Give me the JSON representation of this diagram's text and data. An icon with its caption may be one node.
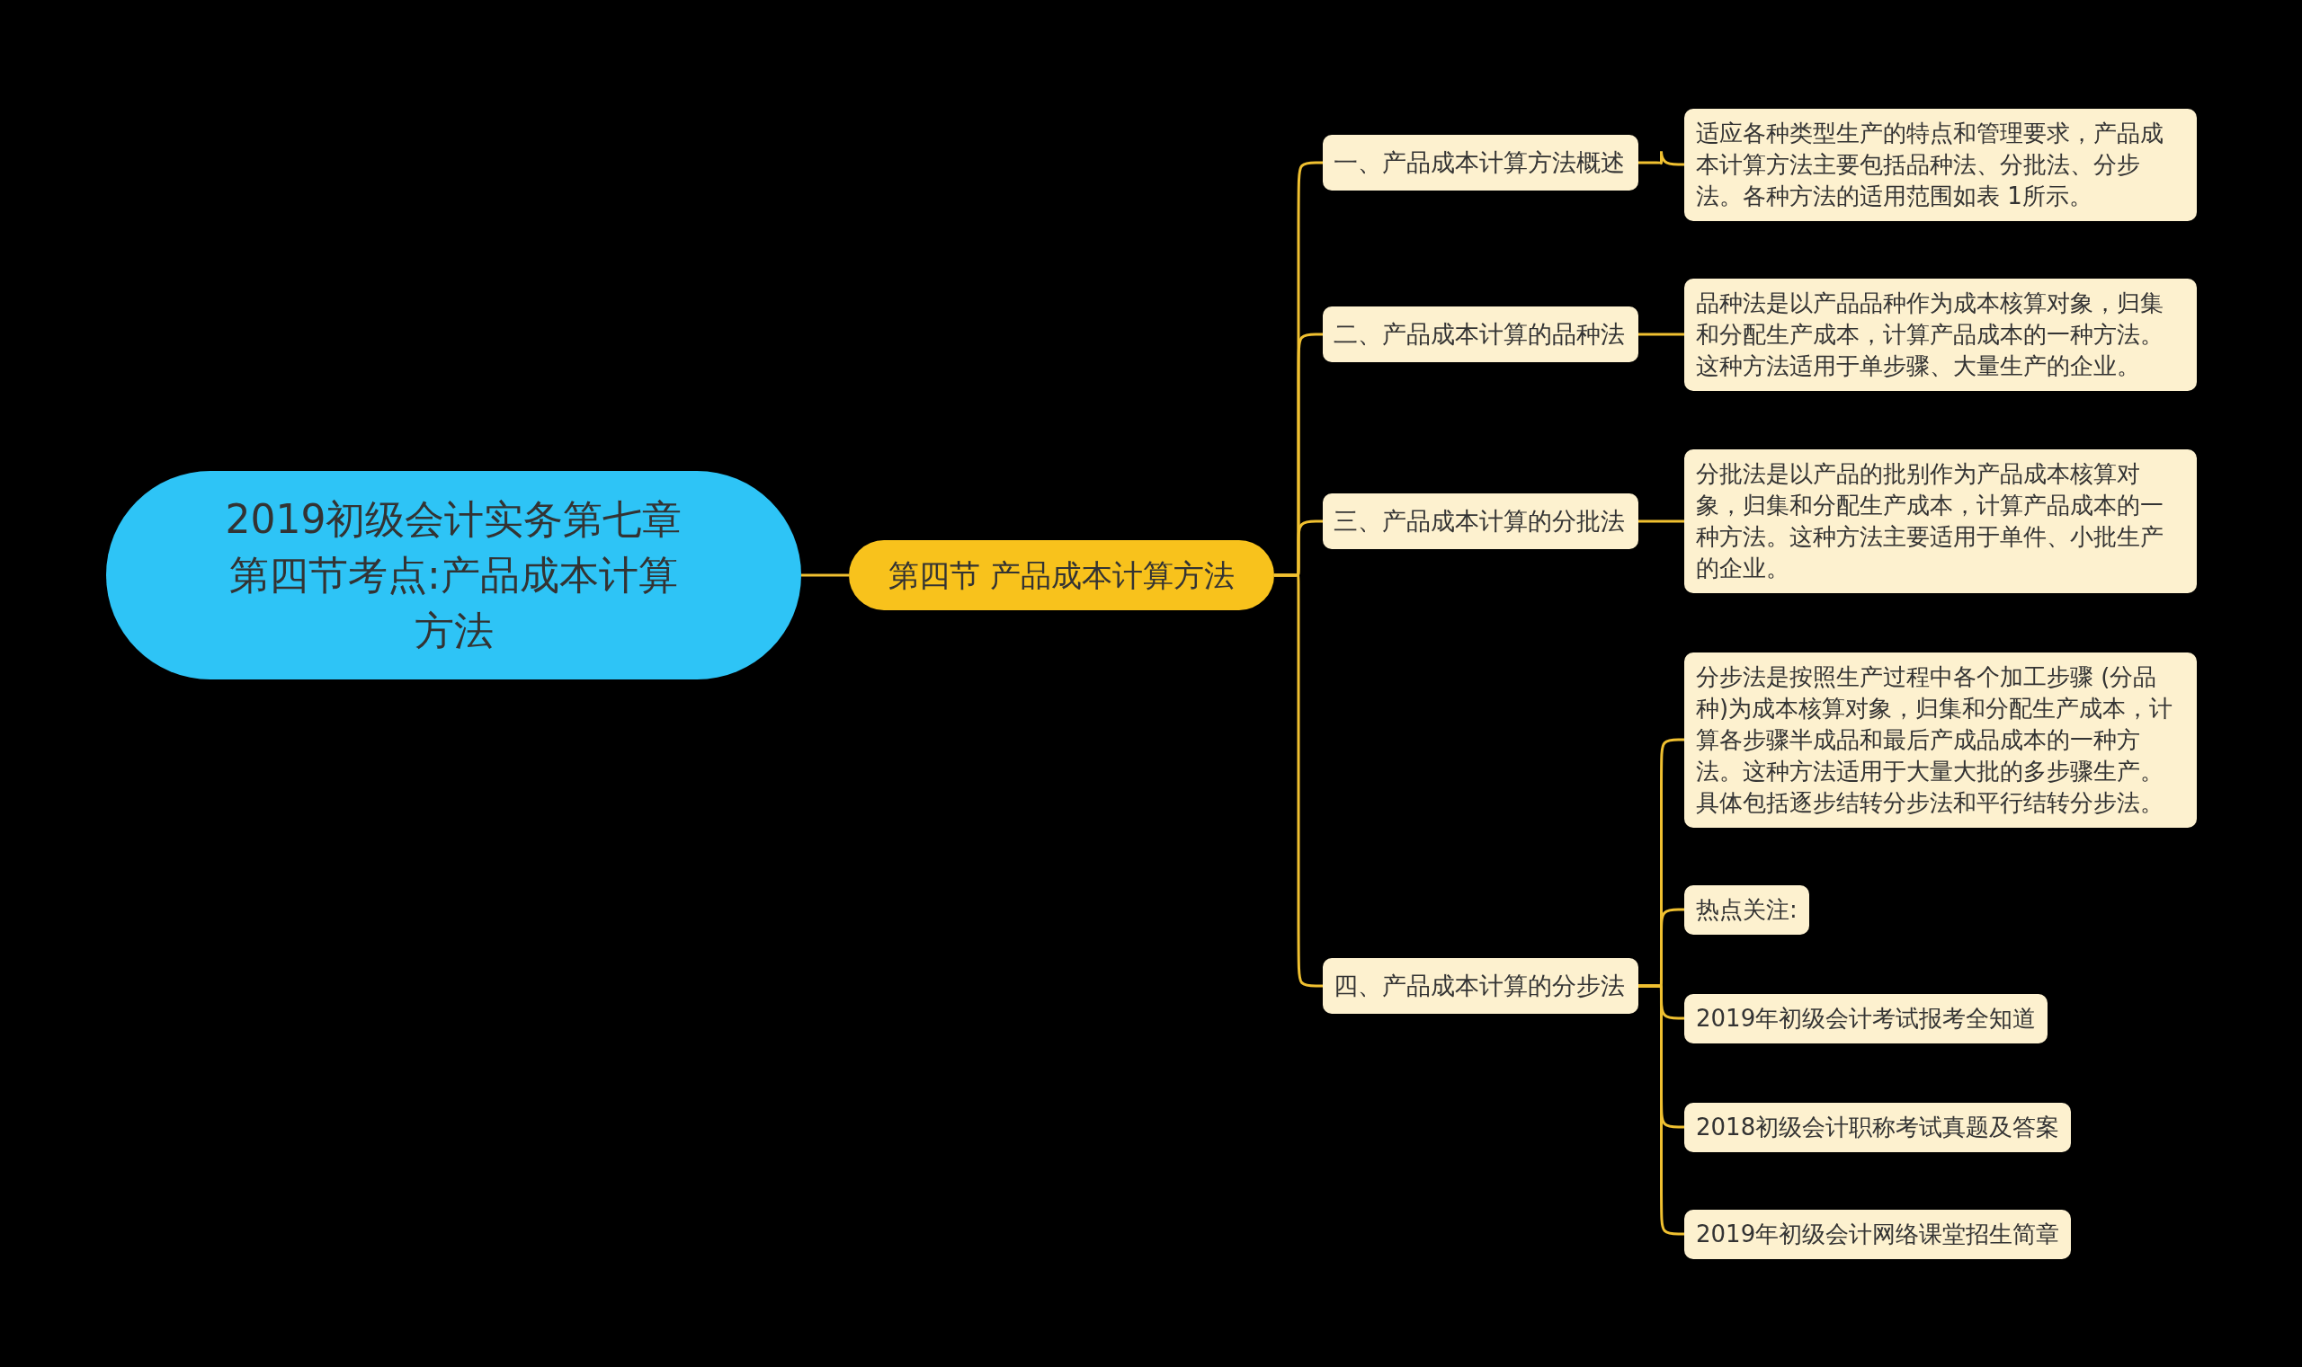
{
  "diagram": {
    "nodes": [
      {
        "text": [
          "2019初级会计实务第七章第四节考点:产品成本计算方法"
        ]
      },
      {
        "text": [
          "第四节 产品成本计算方法"
        ]
      },
      {
        "text": [
          "一、产品成本计算方法概述"
        ]
      },
      {
        "text": [
          "二、产品成本计算的品种法"
        ]
      },
      {
        "text": [
          "三、产品成本计算的分批法"
        ]
      },
      {
        "text": [
          "四、产品成本计算的分步法"
        ]
      },
      {
        "text": [
          "适应各种类型生产的特点和管理要求，产品成本计算方法主要包括品种法、分批法、分步法。各种方法的适用范围如表 1所示。"
        ]
      },
      {
        "text": [
          "品种法是以产品品种作为成本核算对象，归集和分配生产成本，计算产品成本的一种方法。这种方法适用于单步骤、大量生产的企业。"
        ]
      },
      {
        "text": [
          "分批法是以产品的批别作为产品成本核算对象，归集和分配生产成本，计算产品成本的一种方法。这种方法主要适用于单件、小批生产的企业。"
        ]
      },
      {
        "text": [
          "分步法是按照生产过程中各个加工步骤 (分品种)为成本核算对象，归集和分配生产成本，计算各步骤半成品和最后产成品成本的一种方法。这种方法适用于大量大批的多步骤生产。具体包括逐步结转分步法和平行结转分步法。"
        ]
      },
      {
        "text": [
          "热点关注:"
        ]
      },
      {
        "text": [
          "2019年初级会计考试报考全知道"
        ]
      },
      {
        "text": [
          "2018初级会计职称考试真题及答案"
        ]
      },
      {
        "text": [
          "2019年初级会计网络课堂招生简章"
        ]
      }
    ],
    "edges": [
      {
        "from": 0,
        "to": 1,
        "arrow": "none"
      },
      {
        "from": 1,
        "to": 2,
        "arrow": "none"
      },
      {
        "from": 1,
        "to": 3,
        "arrow": "none"
      },
      {
        "from": 1,
        "to": 4,
        "arrow": "none"
      },
      {
        "from": 1,
        "to": 5,
        "arrow": "none"
      },
      {
        "from": 2,
        "to": 6,
        "arrow": "none"
      },
      {
        "from": 3,
        "to": 7,
        "arrow": "none"
      },
      {
        "from": 4,
        "to": 8,
        "arrow": "none"
      },
      {
        "from": 5,
        "to": 9,
        "arrow": "none"
      },
      {
        "from": 5,
        "to": 10,
        "arrow": "none"
      },
      {
        "from": 5,
        "to": 11,
        "arrow": "none"
      },
      {
        "from": 5,
        "to": 12,
        "arrow": "none"
      },
      {
        "from": 5,
        "to": 13,
        "arrow": "none"
      }
    ]
  }
}
